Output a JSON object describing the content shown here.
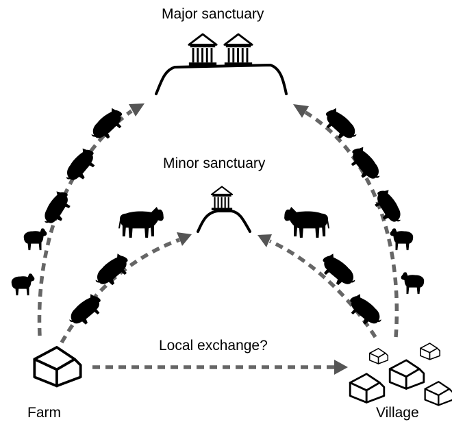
{
  "labels": {
    "major": "Major sanctuary",
    "minor": "Minor sanctuary",
    "exchange": "Local exchange?",
    "farm": "Farm",
    "village": "Village"
  },
  "colors": {
    "arrow": "#666666",
    "ink": "#000000",
    "background": "#ffffff"
  },
  "icons": [
    "temple-icon",
    "house-icon",
    "pig-icon",
    "cow-icon",
    "sheep-icon",
    "goat-icon"
  ]
}
